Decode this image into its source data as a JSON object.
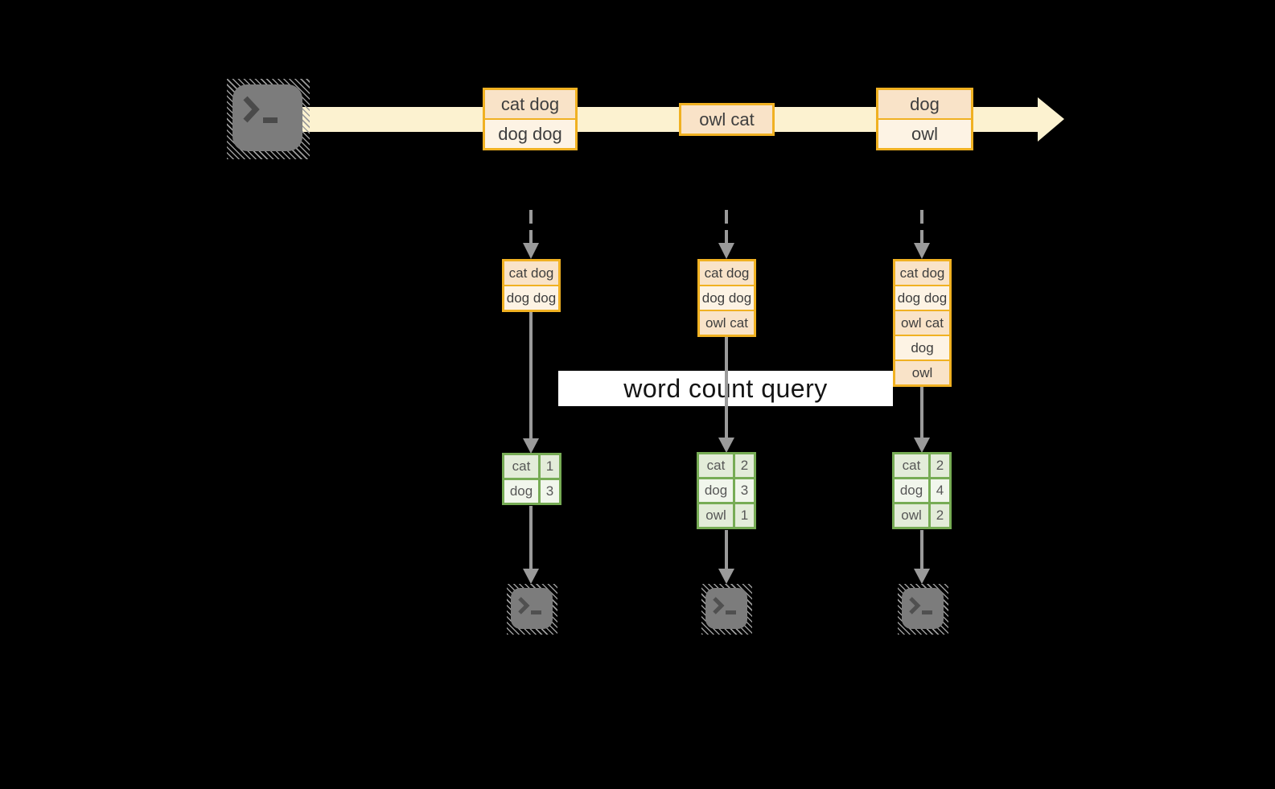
{
  "query_label": "word count query",
  "palette": {
    "background": "#000000",
    "stream_band": "#fcf2d0",
    "record_border": "#f0b122",
    "record_fill_dark": "#f9e3c8",
    "record_fill_light": "#fdf3e4",
    "count_table_border": "#77ac55",
    "count_cell_dark": "#e3ecd9",
    "count_cell_light": "#f1f6ec",
    "arrow_gray": "#9a9a9a",
    "query_band": "#ffffff"
  },
  "stream": {
    "source_icon": "terminal-icon",
    "batches": [
      {
        "rows": [
          "cat dog",
          "dog dog"
        ]
      },
      {
        "rows": [
          "owl cat"
        ]
      },
      {
        "rows": [
          "dog",
          "owl"
        ]
      }
    ]
  },
  "micro_batches": [
    {
      "rows": [
        "cat dog",
        "dog dog"
      ]
    },
    {
      "rows": [
        "cat dog",
        "dog dog",
        "owl cat"
      ]
    },
    {
      "rows": [
        "cat dog",
        "dog dog",
        "owl cat",
        "dog",
        "owl"
      ]
    }
  ],
  "word_counts": [
    {
      "rows": [
        [
          "cat",
          "1"
        ],
        [
          "dog",
          "3"
        ]
      ]
    },
    {
      "rows": [
        [
          "cat",
          "2"
        ],
        [
          "dog",
          "3"
        ],
        [
          "owl",
          "1"
        ]
      ]
    },
    {
      "rows": [
        [
          "cat",
          "2"
        ],
        [
          "dog",
          "4"
        ],
        [
          "owl",
          "2"
        ]
      ]
    }
  ],
  "sink_icons": [
    "terminal-icon",
    "terminal-icon",
    "terminal-icon"
  ]
}
